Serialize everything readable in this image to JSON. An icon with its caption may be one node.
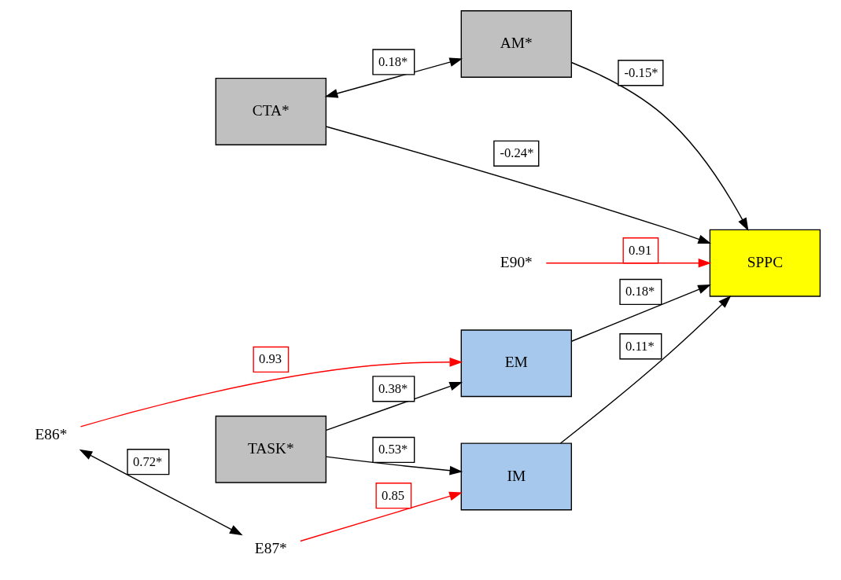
{
  "diagram": {
    "nodes": [
      {
        "text": [
          "CTA*"
        ]
      },
      {
        "text": [
          "AM*"
        ]
      },
      {
        "text": [
          "SPPC"
        ]
      },
      {
        "text": [
          "E90*"
        ]
      },
      {
        "text": [
          "EM"
        ]
      },
      {
        "text": [
          "E86*"
        ]
      },
      {
        "text": [
          "TASK*"
        ]
      },
      {
        "text": [
          "IM"
        ]
      },
      {
        "text": [
          "E87*"
        ]
      }
    ],
    "edges": [
      {
        "from": 0,
        "to": 1,
        "arrow": "both",
        "label": "0.18*"
      },
      {
        "from": 0,
        "to": 2,
        "arrow": "to",
        "label": "-0.24*"
      },
      {
        "from": 1,
        "to": 2,
        "arrow": "to",
        "label": "-0.15*"
      },
      {
        "from": 4,
        "to": 2,
        "arrow": "to",
        "label": "0.18*"
      },
      {
        "from": 7,
        "to": 2,
        "arrow": "to",
        "label": "0.11*"
      },
      {
        "from": 6,
        "to": 4,
        "arrow": "to",
        "label": "0.38*"
      },
      {
        "from": 6,
        "to": 7,
        "arrow": "to",
        "label": "0.53*"
      },
      {
        "from": 3,
        "to": 2,
        "arrow": "to",
        "label": "0.91",
        "color": "#ff0000"
      },
      {
        "from": 5,
        "to": 4,
        "arrow": "to",
        "label": "0.93",
        "color": "#ff0000"
      },
      {
        "from": 8,
        "to": 7,
        "arrow": "to",
        "label": "0.85",
        "color": "#ff0000"
      },
      {
        "from": 5,
        "to": 8,
        "arrow": "both",
        "label": "0.72*"
      }
    ]
  }
}
